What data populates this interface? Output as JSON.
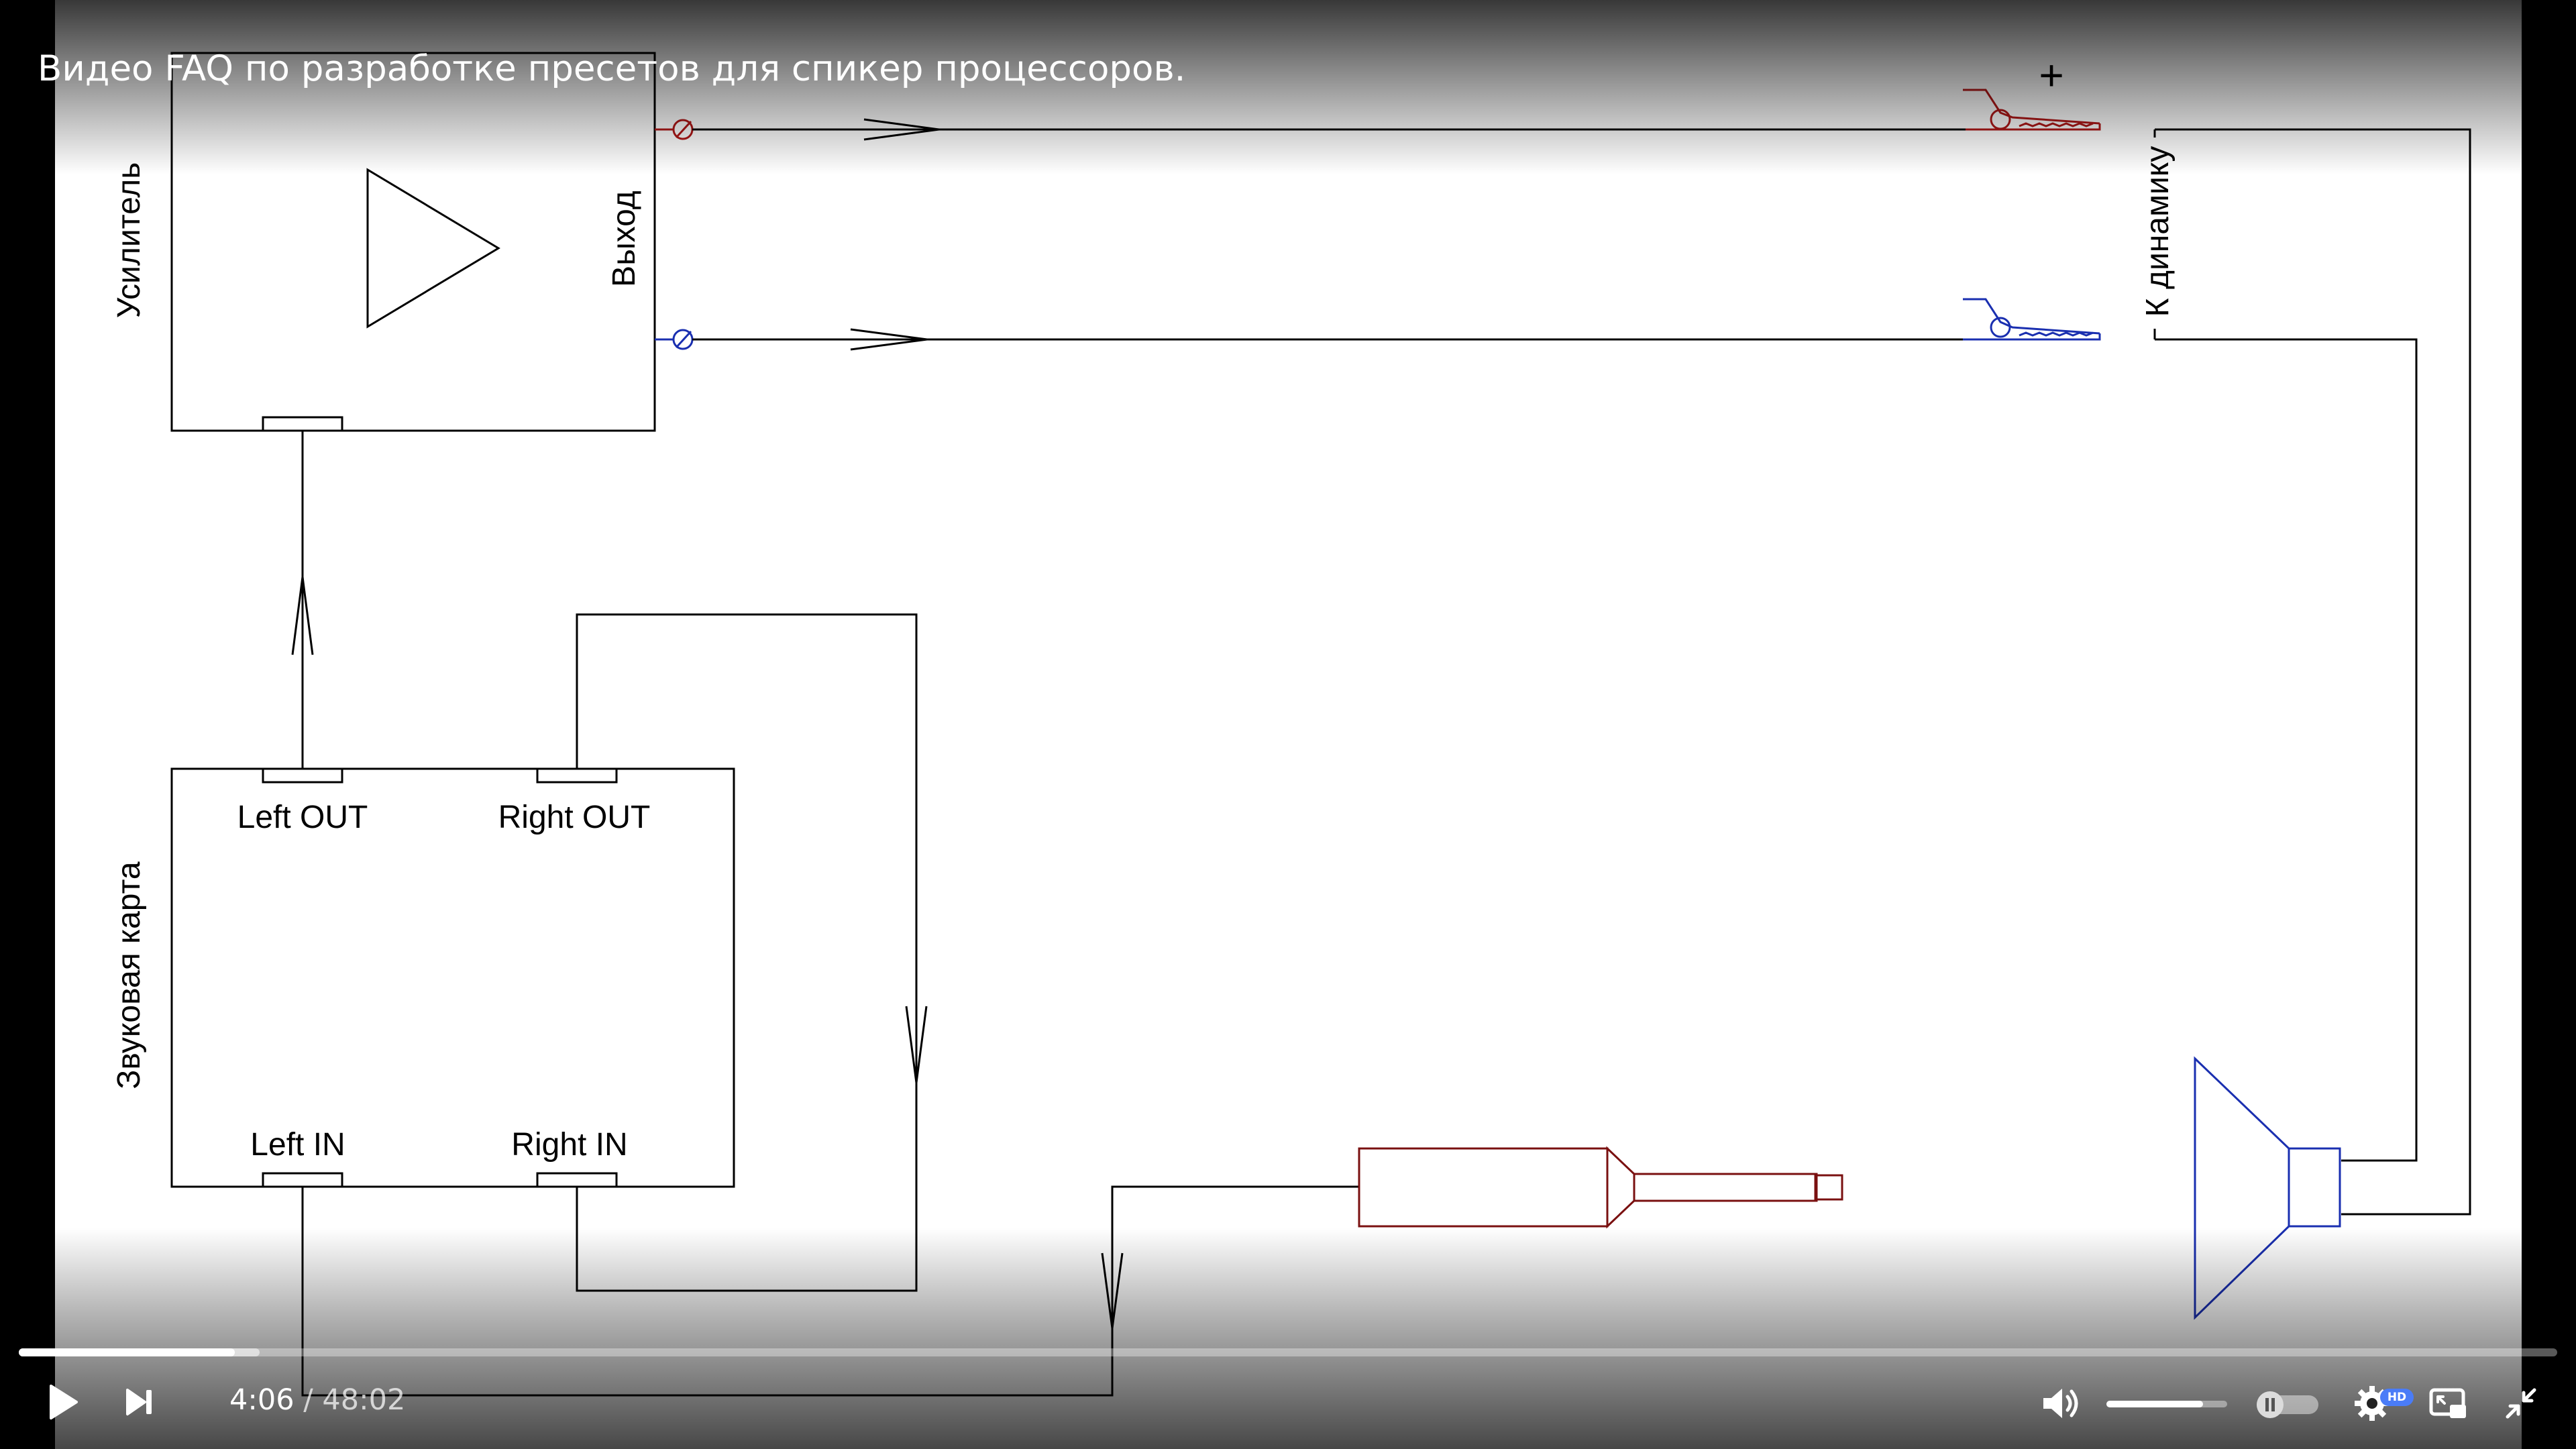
{
  "video": {
    "title": "Видео FAQ по разработке пресетов для спикер процессоров.",
    "current_time": "4:06",
    "separator": " / ",
    "duration": "48:02",
    "progress_fraction": 0.085,
    "buffered_fraction": 0.095,
    "volume_fraction": 0.8,
    "quality_badge": "HD"
  },
  "diagram": {
    "amplifier_label": "Усилитель",
    "output_label": "Выход",
    "plus_sign": "+",
    "to_speaker_label": "К динамику",
    "sound_card_label": "Звуковая карта",
    "left_out": "Left OUT",
    "right_out": "Right OUT",
    "left_in": "Left IN",
    "right_in": "Right IN"
  },
  "colors": {
    "positive_wire": "#b01818",
    "negative_wire": "#1a2fb0",
    "jack": "#7a1010",
    "accent": "#4a7cf7"
  },
  "icons": {
    "play": "play-icon",
    "next": "next-icon",
    "volume": "volume-icon",
    "autoplay": "autoplay-toggle-icon",
    "settings": "gear-icon",
    "pip": "pip-icon",
    "fullscreen_exit": "fullscreen-exit-icon"
  }
}
